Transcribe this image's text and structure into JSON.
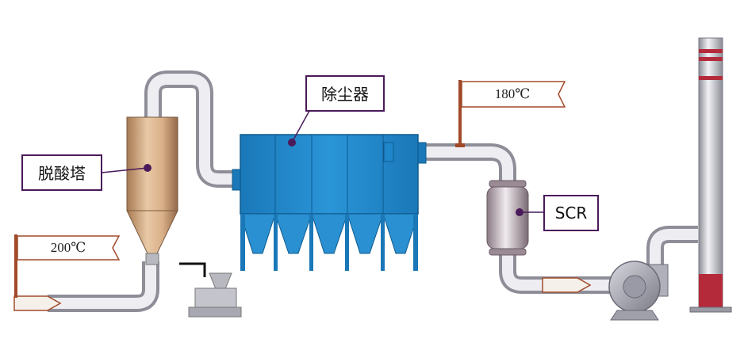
{
  "labels": {
    "acid_tower": "脱酸塔",
    "dust_collector": "除尘器",
    "scr": "SCR"
  },
  "temperatures": {
    "inlet": "200℃",
    "outlet": "180℃"
  },
  "colors": {
    "pipe": "#dcdce2",
    "dust_collector": "#1f86c9",
    "tower": "#c8a07a",
    "stack_band": "#b52a3a",
    "flag_outline": "#a04a2a",
    "callout_line": "#4a1a5a"
  }
}
